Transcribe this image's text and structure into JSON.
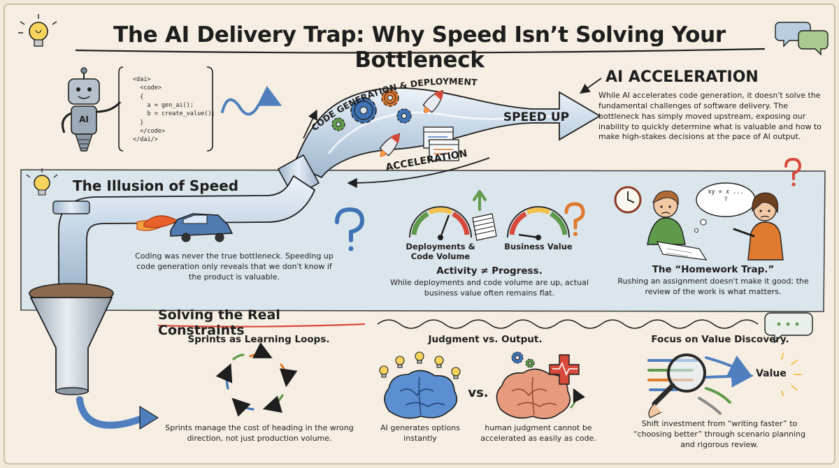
{
  "title": "The AI Delivery Trap: Why Speed Isn’t Solving Your Bottleneck",
  "code_snippet": [
    "<dai>",
    "  <code>",
    "  {",
    "    a = gen_ai();",
    "    b = create_value();",
    "  }",
    "  </code>",
    "</dai/>"
  ],
  "robot_label": "AI",
  "pipe": {
    "arc_label": "CODE GENERATION & DEPLOYMENT",
    "arrow_label": "SPEED UP",
    "lower_label": "ACCELERATION"
  },
  "ai_acceleration": {
    "heading": "AI ACCELERATION",
    "body": "While AI accelerates code generation, it doesn't solve the fundamental challenges of software delivery. The bottleneck has simply moved upstream, exposing our inability to quickly determine what is valuable and how to make high-stakes decisions at the pace of AI output."
  },
  "illusion": {
    "heading": "The Illusion of Speed",
    "body": "Coding was never the true bottleneck. Speeding up code generation only reveals that we don't know if the product is valuable."
  },
  "activity": {
    "gauge_left_label": "Deployments & Code Volume",
    "gauge_right_label": "Business Value",
    "title": "Activity ≠ Progress.",
    "body": "While deployments and code volume are up, actual business value often remains flat."
  },
  "homework": {
    "bubble_text": "xy = x ... ?",
    "title": "The “Homework Trap.”",
    "body": "Rushing an assignment doesn't make it good; the review of the work is what matters."
  },
  "constraints": {
    "heading": "Solving the Real Constraints"
  },
  "sprints": {
    "title": "Sprints as Learning Loops.",
    "body": "Sprints manage the cost of heading in the wrong direction, not just production volume."
  },
  "judgment": {
    "title": "Judgment vs. Output.",
    "vs": "vs.",
    "left_body": "AI generates options instantly",
    "right_body": "human judgment cannot be accelerated as easily as code."
  },
  "value": {
    "title": "Focus on Value Discovery.",
    "value_label": "Value",
    "body": "Shift investment from “writing faster” to “choosing better” through scenario planning and rigorous review."
  },
  "colors": {
    "paper": "#f3e9da",
    "band": "#dbe5ec",
    "pipe": "#c9d9e8",
    "ink": "#1e1e1e",
    "arrow_blue": "#4f7fbf",
    "orange": "#e07a2f",
    "gear_blue": "#3f73b5",
    "green": "#5f9a4a",
    "red": "#d6493a",
    "yellow": "#f2c14e"
  }
}
